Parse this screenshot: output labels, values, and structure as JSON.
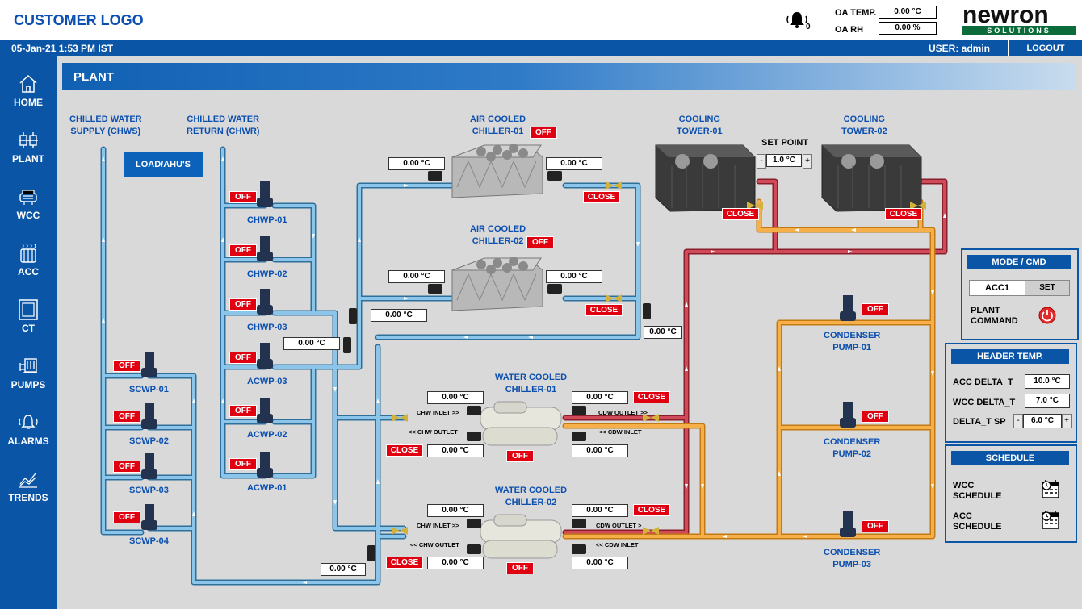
{
  "header": {
    "customer_logo": "CUSTOMER LOGO",
    "alarm_count": "0",
    "oa_temp_label": "OA TEMP.",
    "oa_temp_value": "0.00 °C",
    "oa_rh_label": "OA RH",
    "oa_rh_value": "0.00 %",
    "brand_name": "newron",
    "brand_sub": "SOLUTIONS",
    "datetime": "05-Jan-21 1:53 PM IST",
    "user": "USER: admin",
    "logout": "LOGOUT"
  },
  "nav": [
    {
      "label": "HOME",
      "icon": "home-icon"
    },
    {
      "label": "PLANT",
      "icon": "plant-icon"
    },
    {
      "label": "WCC",
      "icon": "wcc-icon"
    },
    {
      "label": "ACC",
      "icon": "acc-icon"
    },
    {
      "label": "CT",
      "icon": "ct-icon"
    },
    {
      "label": "PUMPS",
      "icon": "pumps-icon"
    },
    {
      "label": "ALARMS",
      "icon": "alarms-icon"
    },
    {
      "label": "TRENDS",
      "icon": "trends-icon"
    }
  ],
  "page": {
    "title": "PLANT",
    "chws_label_1": "CHILLED WATER",
    "chws_label_2": "SUPPLY (CHWS)",
    "chwr_label_1": "CHILLED WATER",
    "chwr_label_2": "RETURN (CHWR)",
    "load_button": "LOAD/AHU'S"
  },
  "acc1": {
    "name_1": "AIR COOLED",
    "name_2": "CHILLER-01",
    "status": "OFF",
    "left_temp": "0.00 °C",
    "right_temp": "0.00 °C",
    "valve": "CLOSE"
  },
  "acc2": {
    "name_1": "AIR COOLED",
    "name_2": "CHILLER-02",
    "status": "OFF",
    "left_temp": "0.00 °C",
    "right_temp": "0.00 °C",
    "valve": "CLOSE"
  },
  "cooling_towers": {
    "ct1_1": "COOLING",
    "ct1_2": "TOWER-01",
    "ct1_valve": "CLOSE",
    "ct2_1": "COOLING",
    "ct2_2": "TOWER-02",
    "ct2_valve": "CLOSE",
    "setpoint_label": "SET POINT",
    "setpoint_value": "1.0 °C",
    "minus": "-",
    "plus": "+"
  },
  "pumps_chw": [
    {
      "name": "CHWP-01",
      "status": "OFF"
    },
    {
      "name": "CHWP-02",
      "status": "OFF"
    },
    {
      "name": "CHWP-03",
      "status": "OFF"
    },
    {
      "name": "ACWP-03",
      "status": "OFF"
    },
    {
      "name": "ACWP-02",
      "status": "OFF"
    },
    {
      "name": "ACWP-01",
      "status": "OFF"
    }
  ],
  "pumps_scw": [
    {
      "name": "SCWP-01",
      "status": "OFF"
    },
    {
      "name": "SCWP-02",
      "status": "OFF"
    },
    {
      "name": "SCWP-03",
      "status": "OFF"
    },
    {
      "name": "SCWP-04",
      "status": "OFF"
    }
  ],
  "pumps_cdw": [
    {
      "name_1": "CONDENSER",
      "name_2": "PUMP-01",
      "status": "OFF"
    },
    {
      "name_1": "CONDENSER",
      "name_2": "PUMP-02",
      "status": "OFF"
    },
    {
      "name_1": "CONDENSER",
      "name_2": "PUMP-03",
      "status": "OFF"
    }
  ],
  "pipe_temps": {
    "mid_left": "0.00 °C",
    "acc_header": "0.00 °C",
    "acc_return": "0.00 °C",
    "bottom_left": "0.00 °C"
  },
  "wcc1": {
    "name_1": "WATER COOLED",
    "name_2": "CHILLER-01",
    "status": "OFF",
    "chw_inlet_temp": "0.00 °C",
    "chw_outlet_temp": "0.00 °C",
    "cdw_outlet_temp": "0.00 °C",
    "cdw_inlet_temp": "0.00 °C",
    "chw_inlet": "CHW INLET >>",
    "chw_outlet": "<< CHW OUTLET",
    "cdw_outlet": "CDW OUTLET >>",
    "cdw_inlet": "<< CDW INLET",
    "chw_valve": "CLOSE",
    "cdw_valve": "CLOSE"
  },
  "wcc2": {
    "name_1": "WATER COOLED",
    "name_2": "CHILLER-02",
    "status": "OFF",
    "chw_inlet_temp": "0.00 °C",
    "chw_outlet_temp": "0.00 °C",
    "cdw_outlet_temp": "0.00 °C",
    "cdw_inlet_temp": "0.00 °C",
    "chw_inlet": "CHW INLET >>",
    "chw_outlet": "<< CHW OUTLET",
    "cdw_outlet": "CDW OUTLET >",
    "cdw_inlet": "<< CDW INLET",
    "chw_valve": "CLOSE",
    "cdw_valve": "CLOSE"
  },
  "mode_panel": {
    "title": "MODE / CMD",
    "mode_value": "ACC1",
    "set": "SET",
    "plant_command_1": "PLANT",
    "plant_command_2": "COMMAND"
  },
  "header_temp_panel": {
    "title": "HEADER TEMP.",
    "acc_delta_label": "ACC DELTA_T",
    "acc_delta_value": "10.0 °C",
    "wcc_delta_label": "WCC DELTA_T",
    "wcc_delta_value": "7.0 °C",
    "delta_sp_label": "DELTA_T SP",
    "delta_sp_value": "6.0 °C",
    "minus": "-",
    "plus": "+"
  },
  "schedule_panel": {
    "title": "SCHEDULE",
    "wcc_1": "WCC",
    "wcc_2": "SCHEDULE",
    "acc_1": "ACC",
    "acc_2": "SCHEDULE"
  },
  "colors": {
    "chw_pipe": "#5aa0d2",
    "cdw_hot_pipe": "#c0394a",
    "cdw_cool_pipe": "#f2a22e",
    "status_red": "#e00010",
    "brand_blue": "#0b55a6"
  }
}
